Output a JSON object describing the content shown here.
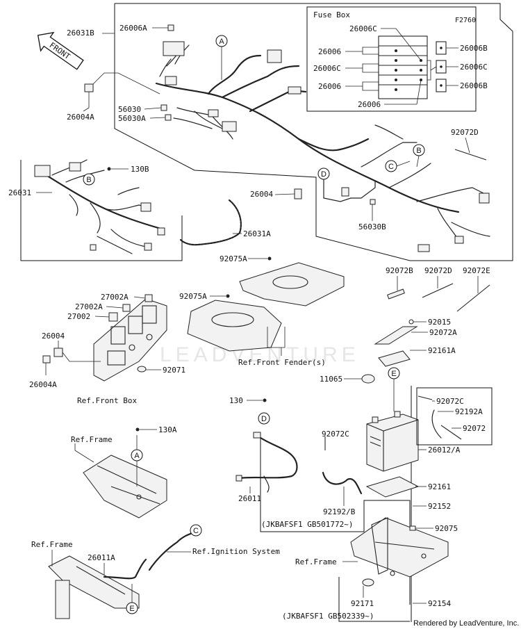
{
  "diagram": {
    "code": "F2760",
    "fuse_box_title": "Fuse Box",
    "front_label": "FRONT",
    "watermark": "LEADVENTURE",
    "credit": "Rendered by LeadVenture, Inc.",
    "parts": {
      "p26031B": "26031B",
      "p26006A": "26006A",
      "p26006C_top": "26006C",
      "p26006_1": "26006",
      "p26006C_left": "26006C",
      "p26006_2": "26006",
      "p26006_3": "26006",
      "p26006B_1": "26006B",
      "p26006C_right": "26006C",
      "p26006B_2": "26006B",
      "p26004A_top": "26004A",
      "p56030": "56030",
      "p56030A": "56030A",
      "p92072D_top": "92072D",
      "p130B": "130B",
      "p26031": "26031",
      "p26004_mid": "26004",
      "p56030B": "56030B",
      "p26031A": "26031A",
      "p92075A_1": "92075A",
      "p92075A_2": "92075A",
      "p92072B": "92072B",
      "p92072D_mid": "92072D",
      "p92072E": "92072E",
      "p27002A_1": "27002A",
      "p27002A_2": "27002A",
      "p27002": "27002",
      "p26004_left": "26004",
      "p92071": "92071",
      "p26004A_left": "26004A",
      "p92015": "92015",
      "p92072A": "92072A",
      "p92161A": "92161A",
      "p11065": "11065",
      "p130": "130",
      "p92072C_right": "92072C",
      "p92192A": "92192A",
      "p92072": "92072",
      "p130A": "130A",
      "p92072C_mid": "92072C",
      "p26012A": "26012/A",
      "p26011": "26011",
      "p92192B": "92192/B",
      "p92161": "92161",
      "p92152": "92152",
      "p92075": "92075",
      "p26011A": "26011A",
      "p92171": "92171",
      "p92154": "92154"
    },
    "refs": {
      "front_fender": "Ref.Front Fender(s)",
      "front_box": "Ref.Front Box",
      "frame_1": "Ref.Frame",
      "frame_2": "Ref.Frame",
      "frame_3": "Ref.Frame",
      "ignition": "Ref.Ignition System"
    },
    "serials": {
      "s1": "(JKBAFSF1 GB501772~)",
      "s2": "(JKBAFSF1 GB502339~)"
    },
    "callouts": {
      "A1": "A",
      "A2": "A",
      "B1": "B",
      "B2": "B",
      "C1": "C",
      "C2": "C",
      "D1": "D",
      "D2": "D",
      "E1": "E",
      "E2": "E"
    }
  }
}
